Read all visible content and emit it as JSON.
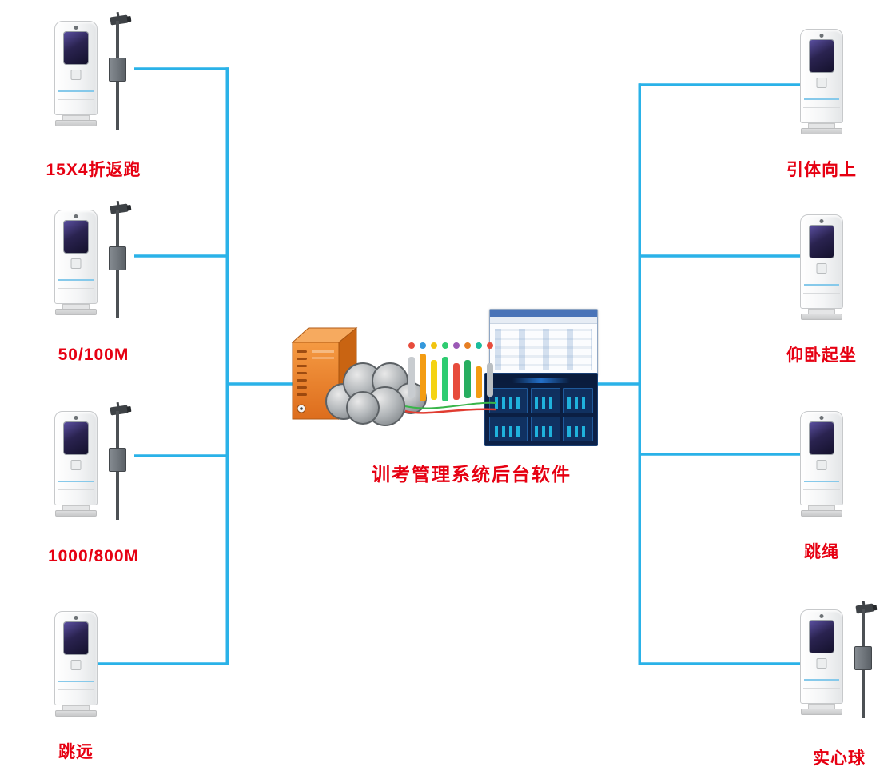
{
  "title": {
    "text": "训考管理系统后台软件"
  },
  "colors": {
    "wire": "#2ab2e8",
    "label": "#e60012",
    "server": "#ef8b33"
  },
  "stations": {
    "left": [
      {
        "id": "shuttle-run",
        "label": "15X4折返跑",
        "camera_pole": true
      },
      {
        "id": "sprint-50-100m",
        "label": "50/100M",
        "camera_pole": true
      },
      {
        "id": "run-1000-800m",
        "label": "1000/800M",
        "camera_pole": true
      },
      {
        "id": "long-jump",
        "label": "跳远",
        "camera_pole": false
      }
    ],
    "right": [
      {
        "id": "pull-up",
        "label": "引体向上",
        "camera_pole": false
      },
      {
        "id": "sit-up",
        "label": "仰卧起坐",
        "camera_pole": false
      },
      {
        "id": "rope-skipping",
        "label": "跳绳",
        "camera_pole": false
      },
      {
        "id": "medicine-ball",
        "label": "实心球",
        "camera_pole": true
      }
    ]
  }
}
